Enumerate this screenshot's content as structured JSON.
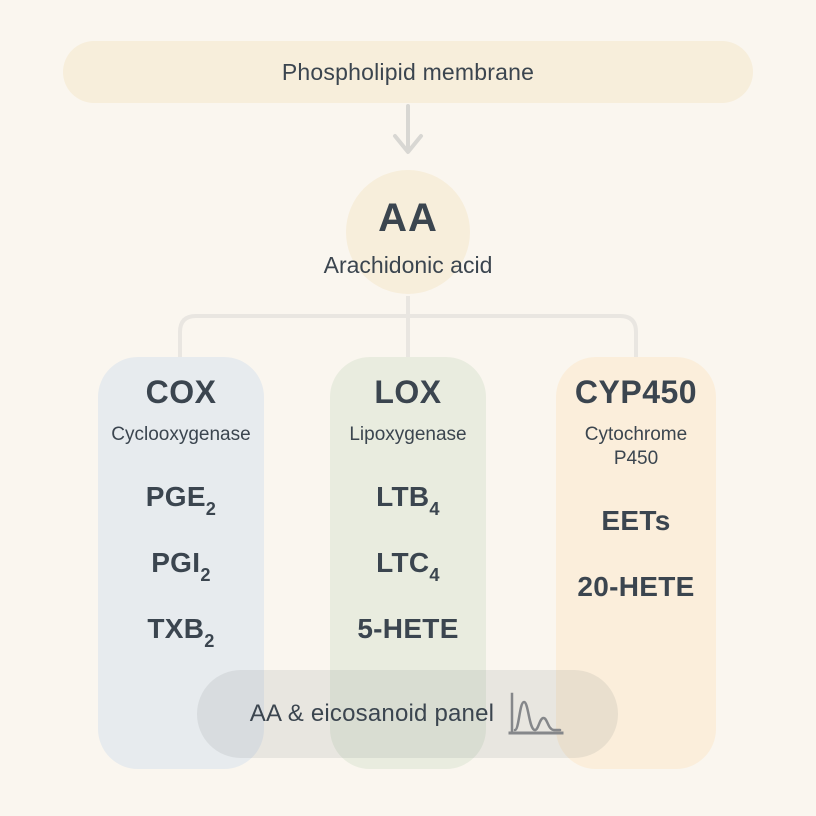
{
  "membrane": {
    "label": "Phospholipid membrane"
  },
  "precursor": {
    "abbr": "AA",
    "name": "Arachidonic acid"
  },
  "pathways": [
    {
      "abbr": "COX",
      "full_name": "Cyclooxygenase",
      "fill_color": "#e7ebee",
      "metabolites": [
        {
          "base": "PGE",
          "sub": "2"
        },
        {
          "base": "PGI",
          "sub": "2"
        },
        {
          "base": "TXB",
          "sub": "2"
        }
      ]
    },
    {
      "abbr": "LOX",
      "full_name": "Lipoxygenase",
      "fill_color": "#e9ecdf",
      "metabolites": [
        {
          "base": "LTB",
          "sub": "4"
        },
        {
          "base": "LTC",
          "sub": "4"
        },
        {
          "base": "5-HETE",
          "sub": ""
        }
      ]
    },
    {
      "abbr": "CYP450",
      "full_name": "Cytochrome P450",
      "fill_color": "#fbeedb",
      "metabolites": [
        {
          "base": "EETs",
          "sub": ""
        },
        {
          "base": "20-HETE",
          "sub": ""
        }
      ]
    }
  ],
  "panel": {
    "label": "AA & eicosanoid panel",
    "icon": "chromatogram-peaks-icon"
  },
  "colors": {
    "background": "#faf6ef",
    "membrane_fill": "#f7eedb",
    "precursor_fill": "#f7eedb",
    "text": "#3b454f",
    "connector_line": "#e9e6e1",
    "arrow": "#d8d7d3",
    "panel_overlay": "rgba(116,121,125,0.13)"
  }
}
